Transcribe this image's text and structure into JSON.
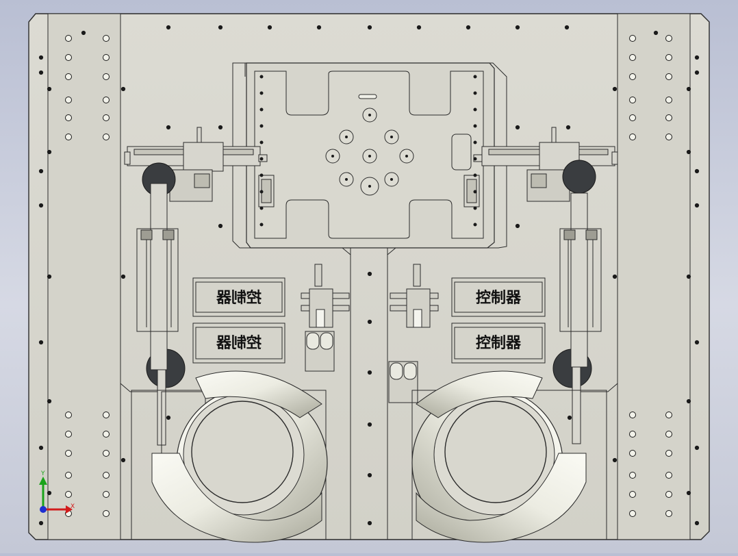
{
  "colors": {
    "background": "#c9ccd9",
    "plate": "#d7d6ce",
    "plate_dark": "#c6c5bc",
    "line": "#2b2b2b",
    "hole": "#1a1a1a",
    "ring_light": "#f3f3ec",
    "ring_shadow": "#b9b9ab",
    "roller": "#3a3d40",
    "axis_x": "#d11c1c",
    "axis_y": "#1aa31a",
    "axis_z": "#1c2fd1"
  },
  "labels": {
    "controller_tl": "控制器",
    "controller_bl": "控制器",
    "controller_tr": "控制器",
    "controller_br": "控制器"
  },
  "axes": {
    "x": "X",
    "y": "Y"
  },
  "icons": {
    "triad": "axis-triad-icon"
  }
}
